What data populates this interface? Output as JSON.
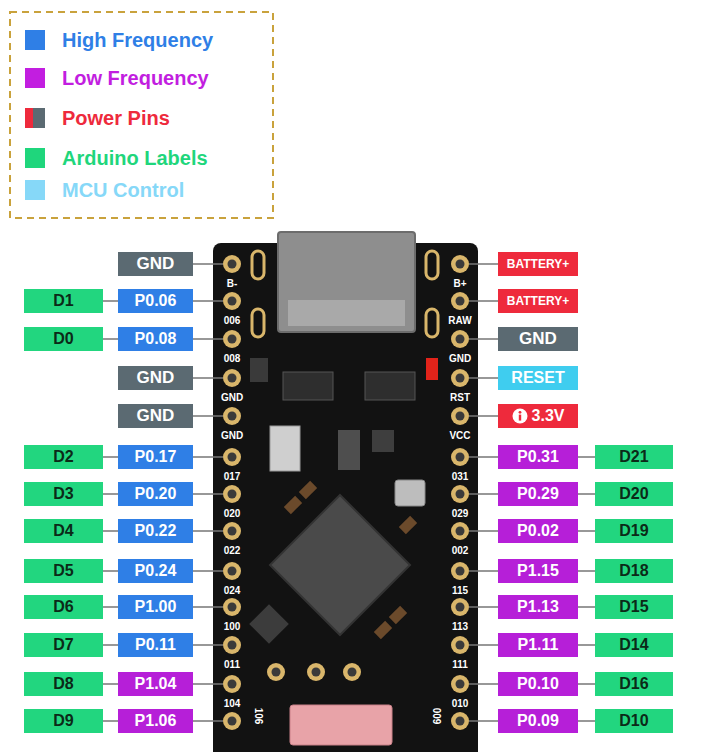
{
  "diagram": {
    "nodes": [
      {
        "text": [
          "GND"
        ]
      },
      {
        "text": [
          "BATTERY+"
        ]
      },
      {
        "text": [
          "D1"
        ]
      },
      {
        "text": [
          "P0.06"
        ]
      },
      {
        "text": [
          "BATTERY+"
        ]
      },
      {
        "text": [
          "D0"
        ]
      },
      {
        "text": [
          "P0.08"
        ]
      },
      {
        "text": [
          "GND"
        ]
      },
      {
        "text": [
          "GND"
        ]
      },
      {
        "text": [
          "RESET"
        ]
      },
      {
        "text": [
          "GND"
        ]
      },
      {
        "text": [
          "3.3V"
        ]
      },
      {
        "text": [
          "D2"
        ]
      },
      {
        "text": [
          "P0.17"
        ]
      },
      {
        "text": [
          "P0.31"
        ]
      },
      {
        "text": [
          "D21"
        ]
      },
      {
        "text": [
          "D3"
        ]
      },
      {
        "text": [
          "P0.20"
        ]
      },
      {
        "text": [
          "P0.29"
        ]
      },
      {
        "text": [
          "D20"
        ]
      },
      {
        "text": [
          "D4"
        ]
      },
      {
        "text": [
          "P0.22"
        ]
      },
      {
        "text": [
          "P0.02"
        ]
      },
      {
        "text": [
          "D19"
        ]
      },
      {
        "text": [
          "D5"
        ]
      },
      {
        "text": [
          "P0.24"
        ]
      },
      {
        "text": [
          "P1.15"
        ]
      },
      {
        "text": [
          "D18"
        ]
      },
      {
        "text": [
          "D6"
        ]
      },
      {
        "text": [
          "P1.00"
        ]
      },
      {
        "text": [
          "P1.13"
        ]
      },
      {
        "text": [
          "D15"
        ]
      },
      {
        "text": [
          "D7"
        ]
      },
      {
        "text": [
          "P0.11"
        ]
      },
      {
        "text": [
          "P1.11"
        ]
      },
      {
        "text": [
          "D14"
        ]
      },
      {
        "text": [
          "D8"
        ]
      },
      {
        "text": [
          "P1.04"
        ]
      },
      {
        "text": [
          "P0.10"
        ]
      },
      {
        "text": [
          "D16"
        ]
      },
      {
        "text": [
          "D9"
        ]
      },
      {
        "text": [
          "P1.06"
        ]
      },
      {
        "text": [
          "P0.09"
        ]
      },
      {
        "text": [
          "D10"
        ]
      }
    ],
    "labels": [
      "B-",
      "006",
      "008",
      "GND",
      "GND",
      "017",
      "020",
      "022",
      "024",
      "100",
      "011",
      "104",
      "106",
      "B+",
      "RAW",
      "GND",
      "RST",
      "VCC",
      "031",
      "029",
      "002",
      "115",
      "113",
      "111",
      "010",
      "009"
    ],
    "legend": [
      {
        "text": "High Frequency",
        "color": "#2f7fe6"
      },
      {
        "text": "Low Frequency",
        "color": "#c21ee0"
      },
      {
        "text": "Power Pins"
      },
      {
        "text": "Arduino Labels",
        "color": "#1fd67c"
      },
      {
        "text": "MCU Control",
        "color": "#86d8f8"
      }
    ]
  }
}
